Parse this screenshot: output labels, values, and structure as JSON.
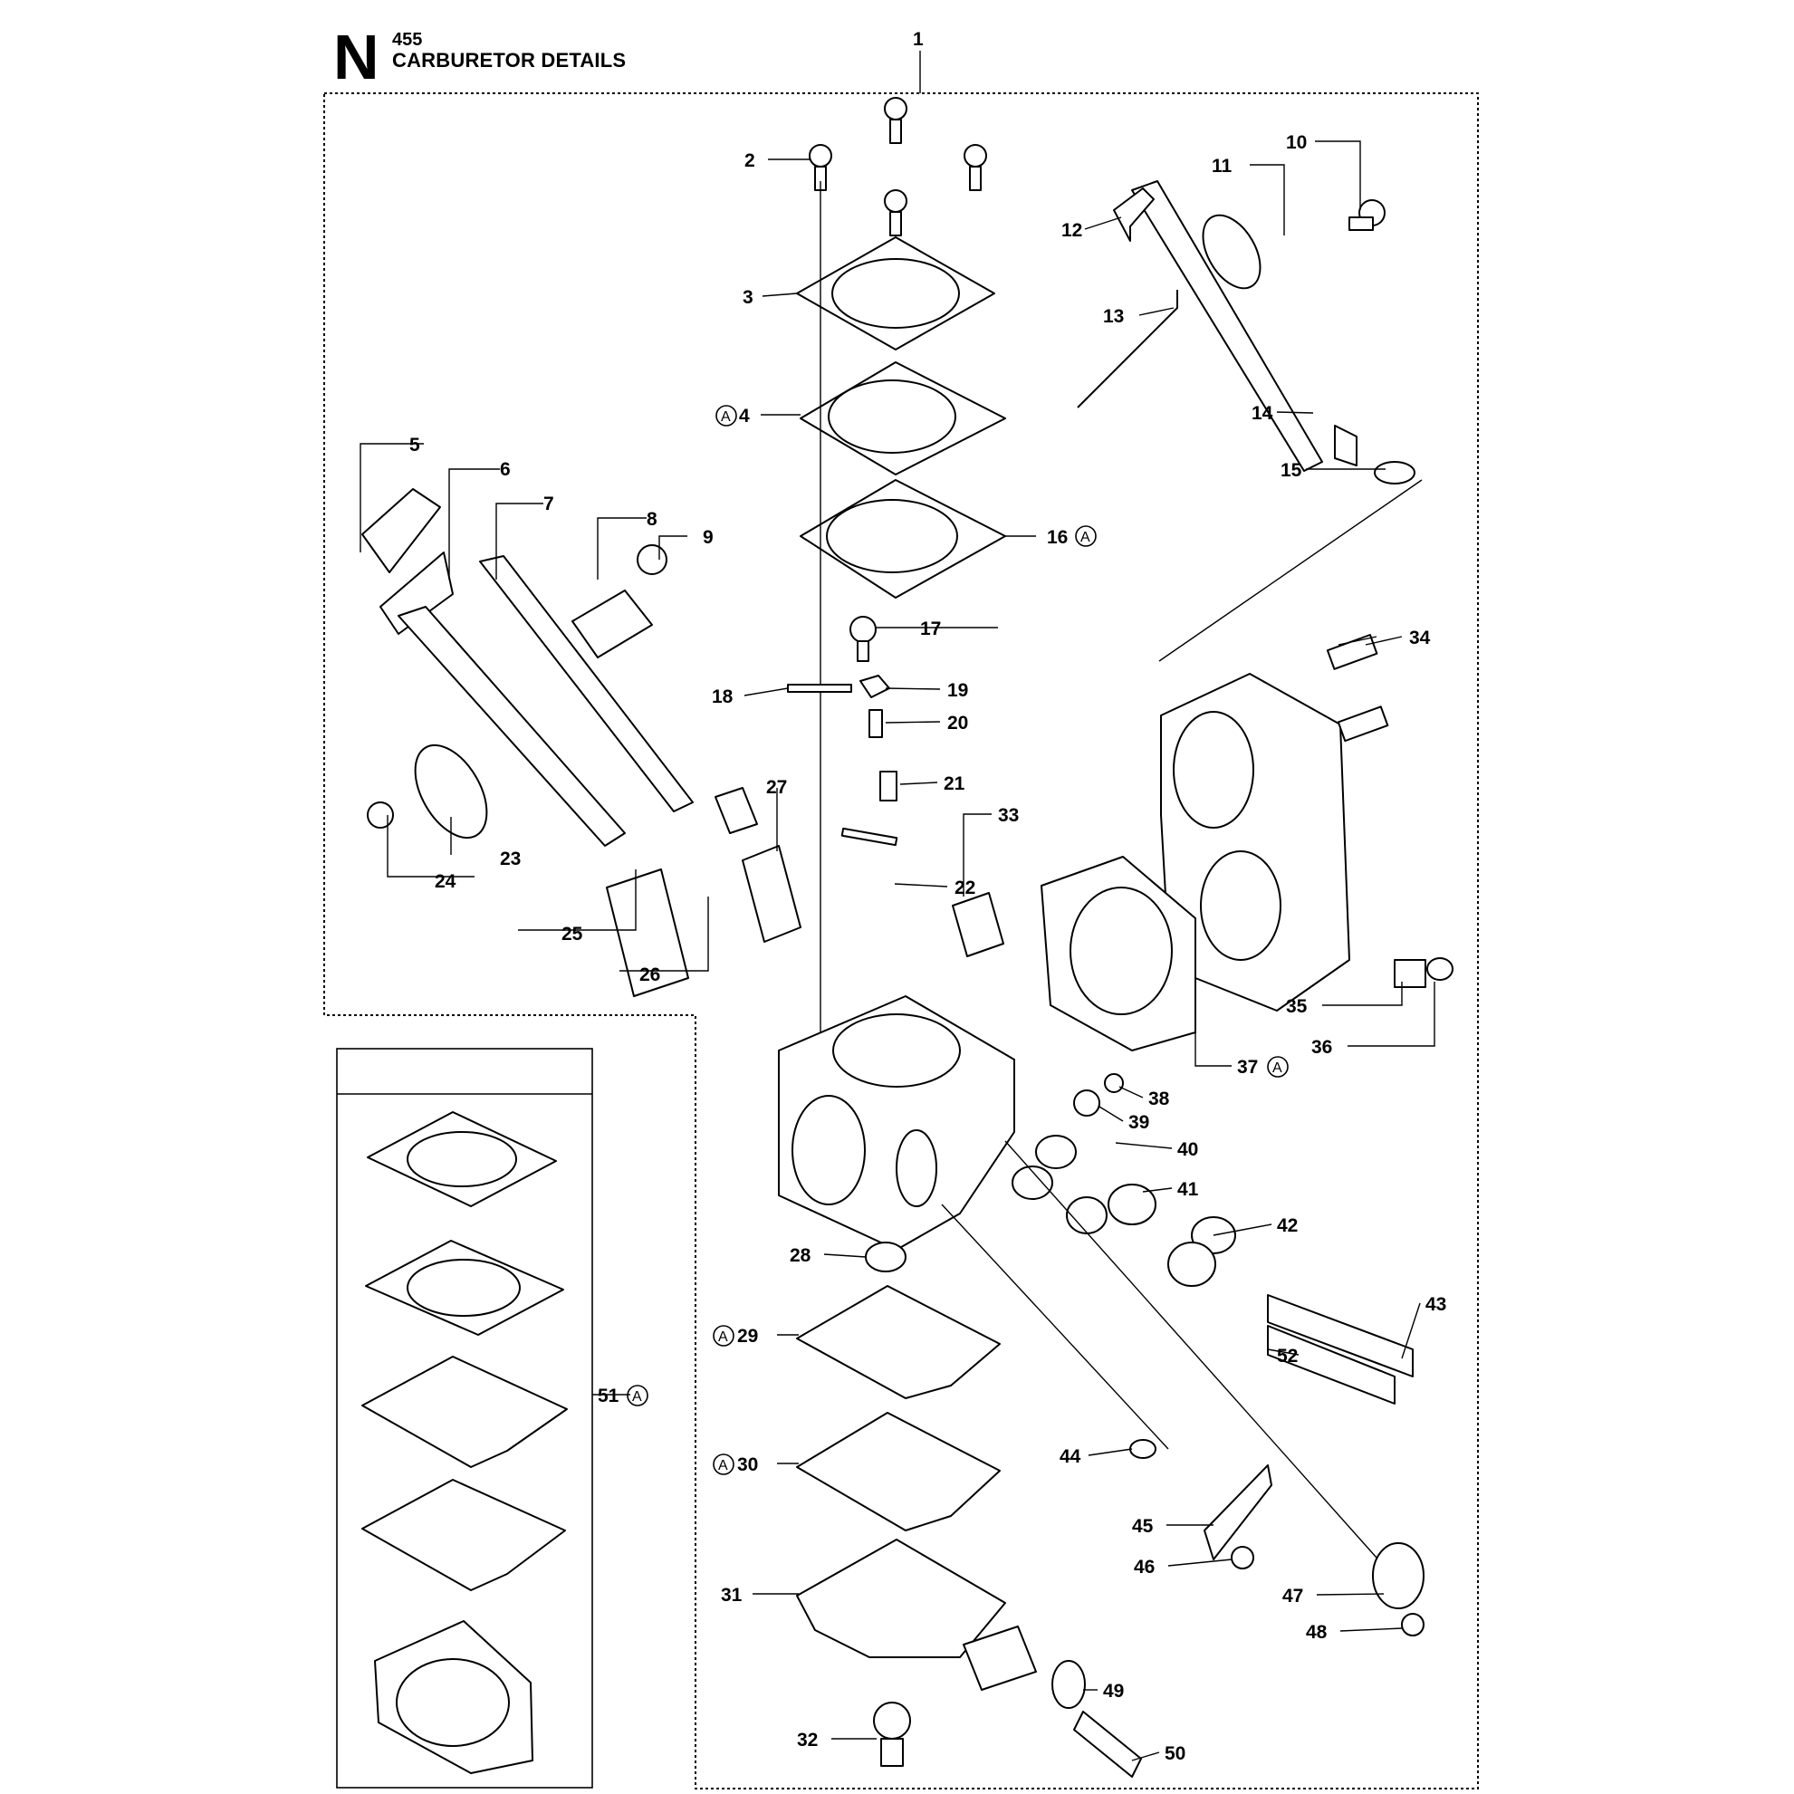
{
  "header": {
    "section_letter": "N",
    "model": "455",
    "title": "CARBURETOR DETAILS"
  },
  "marker": "A",
  "callouts": [
    {
      "id": "1",
      "label": "1"
    },
    {
      "id": "2",
      "label": "2"
    },
    {
      "id": "3",
      "label": "3"
    },
    {
      "id": "4",
      "label": "4",
      "marker": true
    },
    {
      "id": "5",
      "label": "5"
    },
    {
      "id": "6",
      "label": "6"
    },
    {
      "id": "7",
      "label": "7"
    },
    {
      "id": "8",
      "label": "8"
    },
    {
      "id": "9",
      "label": "9"
    },
    {
      "id": "10",
      "label": "10"
    },
    {
      "id": "11",
      "label": "11"
    },
    {
      "id": "12",
      "label": "12"
    },
    {
      "id": "13",
      "label": "13"
    },
    {
      "id": "14",
      "label": "14"
    },
    {
      "id": "15",
      "label": "15"
    },
    {
      "id": "16",
      "label": "16",
      "marker": true
    },
    {
      "id": "17",
      "label": "17"
    },
    {
      "id": "18",
      "label": "18"
    },
    {
      "id": "19",
      "label": "19"
    },
    {
      "id": "20",
      "label": "20"
    },
    {
      "id": "21",
      "label": "21"
    },
    {
      "id": "22",
      "label": "22"
    },
    {
      "id": "23",
      "label": "23"
    },
    {
      "id": "24",
      "label": "24"
    },
    {
      "id": "25",
      "label": "25"
    },
    {
      "id": "26",
      "label": "26"
    },
    {
      "id": "27",
      "label": "27"
    },
    {
      "id": "28",
      "label": "28"
    },
    {
      "id": "29",
      "label": "29",
      "marker": true
    },
    {
      "id": "30",
      "label": "30",
      "marker": true
    },
    {
      "id": "31",
      "label": "31"
    },
    {
      "id": "32",
      "label": "32"
    },
    {
      "id": "33",
      "label": "33"
    },
    {
      "id": "34",
      "label": "34"
    },
    {
      "id": "35",
      "label": "35"
    },
    {
      "id": "36",
      "label": "36"
    },
    {
      "id": "37",
      "label": "37",
      "marker": true
    },
    {
      "id": "38",
      "label": "38"
    },
    {
      "id": "39",
      "label": "39"
    },
    {
      "id": "40",
      "label": "40"
    },
    {
      "id": "41",
      "label": "41"
    },
    {
      "id": "42",
      "label": "42"
    },
    {
      "id": "43",
      "label": "43"
    },
    {
      "id": "44",
      "label": "44"
    },
    {
      "id": "45",
      "label": "45"
    },
    {
      "id": "46",
      "label": "46"
    },
    {
      "id": "47",
      "label": "47"
    },
    {
      "id": "48",
      "label": "48"
    },
    {
      "id": "49",
      "label": "49"
    },
    {
      "id": "50",
      "label": "50"
    },
    {
      "id": "51",
      "label": "51",
      "marker": true
    },
    {
      "id": "52",
      "label": "52"
    }
  ]
}
